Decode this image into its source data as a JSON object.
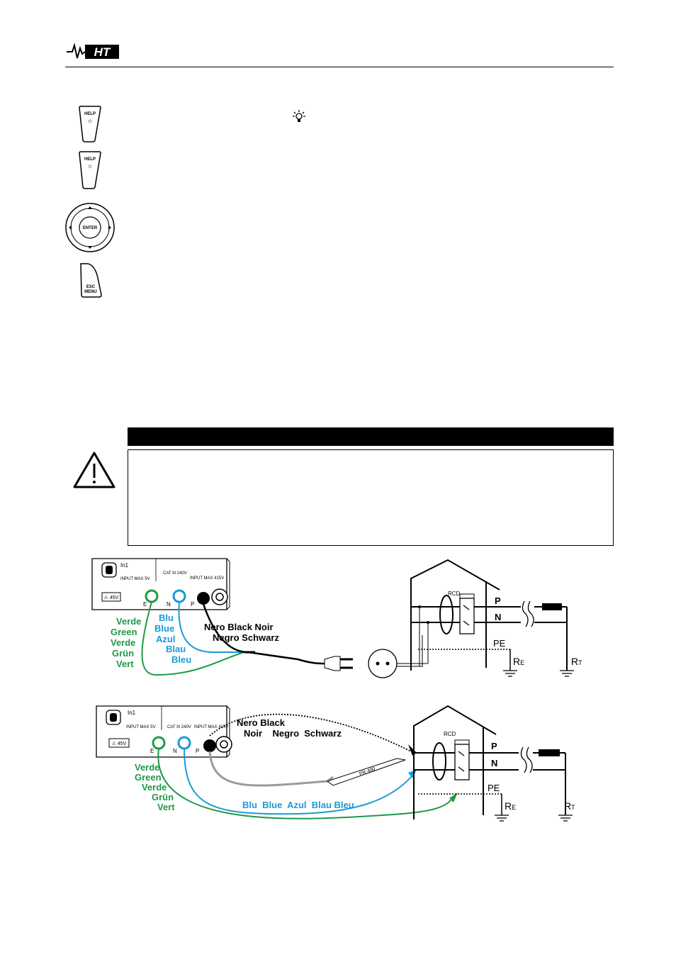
{
  "header": {
    "logo_text": "HT",
    "colors": {
      "rule": "#000000"
    }
  },
  "keys": [
    {
      "icon": "help-key-icon",
      "line1": "HELP",
      "line2": "☼"
    },
    {
      "icon": "help-key-icon",
      "line1": "HELP",
      "line2": "☼"
    },
    {
      "icon": "enter-navigation-pad-icon",
      "label": "ENTER"
    },
    {
      "icon": "esc-menu-key-icon",
      "line1": "ESC",
      "line2": "MENU"
    }
  ],
  "inline_icon": "backlight-bulb-icon",
  "warning": {
    "icon": "warning-triangle-icon",
    "colors": {
      "bar": "#000000"
    }
  },
  "diagram1": {
    "instrument": {
      "input_label": "In1",
      "input_max_small": "INPUT MAX 5V",
      "cat": "CAT III 240V",
      "input_max_big": "INPUT MAX 415V",
      "badge": "⚠ 45V",
      "terminals": [
        "E",
        "N",
        "P"
      ]
    },
    "lead_labels": {
      "green": [
        "Verde",
        "Green",
        "Verde",
        "Grün",
        "Vert"
      ],
      "blue": [
        "Blu",
        "Blue",
        "Azul",
        "Blau",
        "Bleu"
      ],
      "black": [
        "Nero  Black  Noir",
        "Negro  Schwarz"
      ]
    },
    "installation": {
      "rcd": "RCD",
      "p": "P",
      "n": "N",
      "pe": "PE",
      "re": "R",
      "re_sub": "E",
      "rt": "R",
      "rt_sub": "T"
    },
    "colors": {
      "green": "#1e9a46",
      "blue": "#1b9ad6",
      "black": "#000000"
    }
  },
  "diagram2": {
    "instrument": {
      "input_label": "In1",
      "input_max_small": "INPUT MAX 5V",
      "cat": "CAT III 240V",
      "input_max_big": "INPUT MAX 415V",
      "badge": "⚠ 45V",
      "terminals": [
        "E",
        "N",
        "P"
      ]
    },
    "lead_labels": {
      "black": [
        "Nero  Black",
        "Noir    Negro  Schwarz"
      ],
      "green": [
        "Verde",
        "Green",
        "Verde",
        "Grün",
        "Vert"
      ],
      "blue": "Blu  Blue  Azul  Blau Bleu",
      "probe": "PR 400"
    },
    "installation": {
      "rcd": "RCD",
      "p": "P",
      "n": "N",
      "pe": "PE",
      "re": "R",
      "re_sub": "E",
      "rt": "R",
      "rt_sub": "T"
    },
    "colors": {
      "green": "#1e9a46",
      "blue": "#1b9ad6",
      "grey": "#9a9a9a",
      "black": "#000000"
    }
  }
}
